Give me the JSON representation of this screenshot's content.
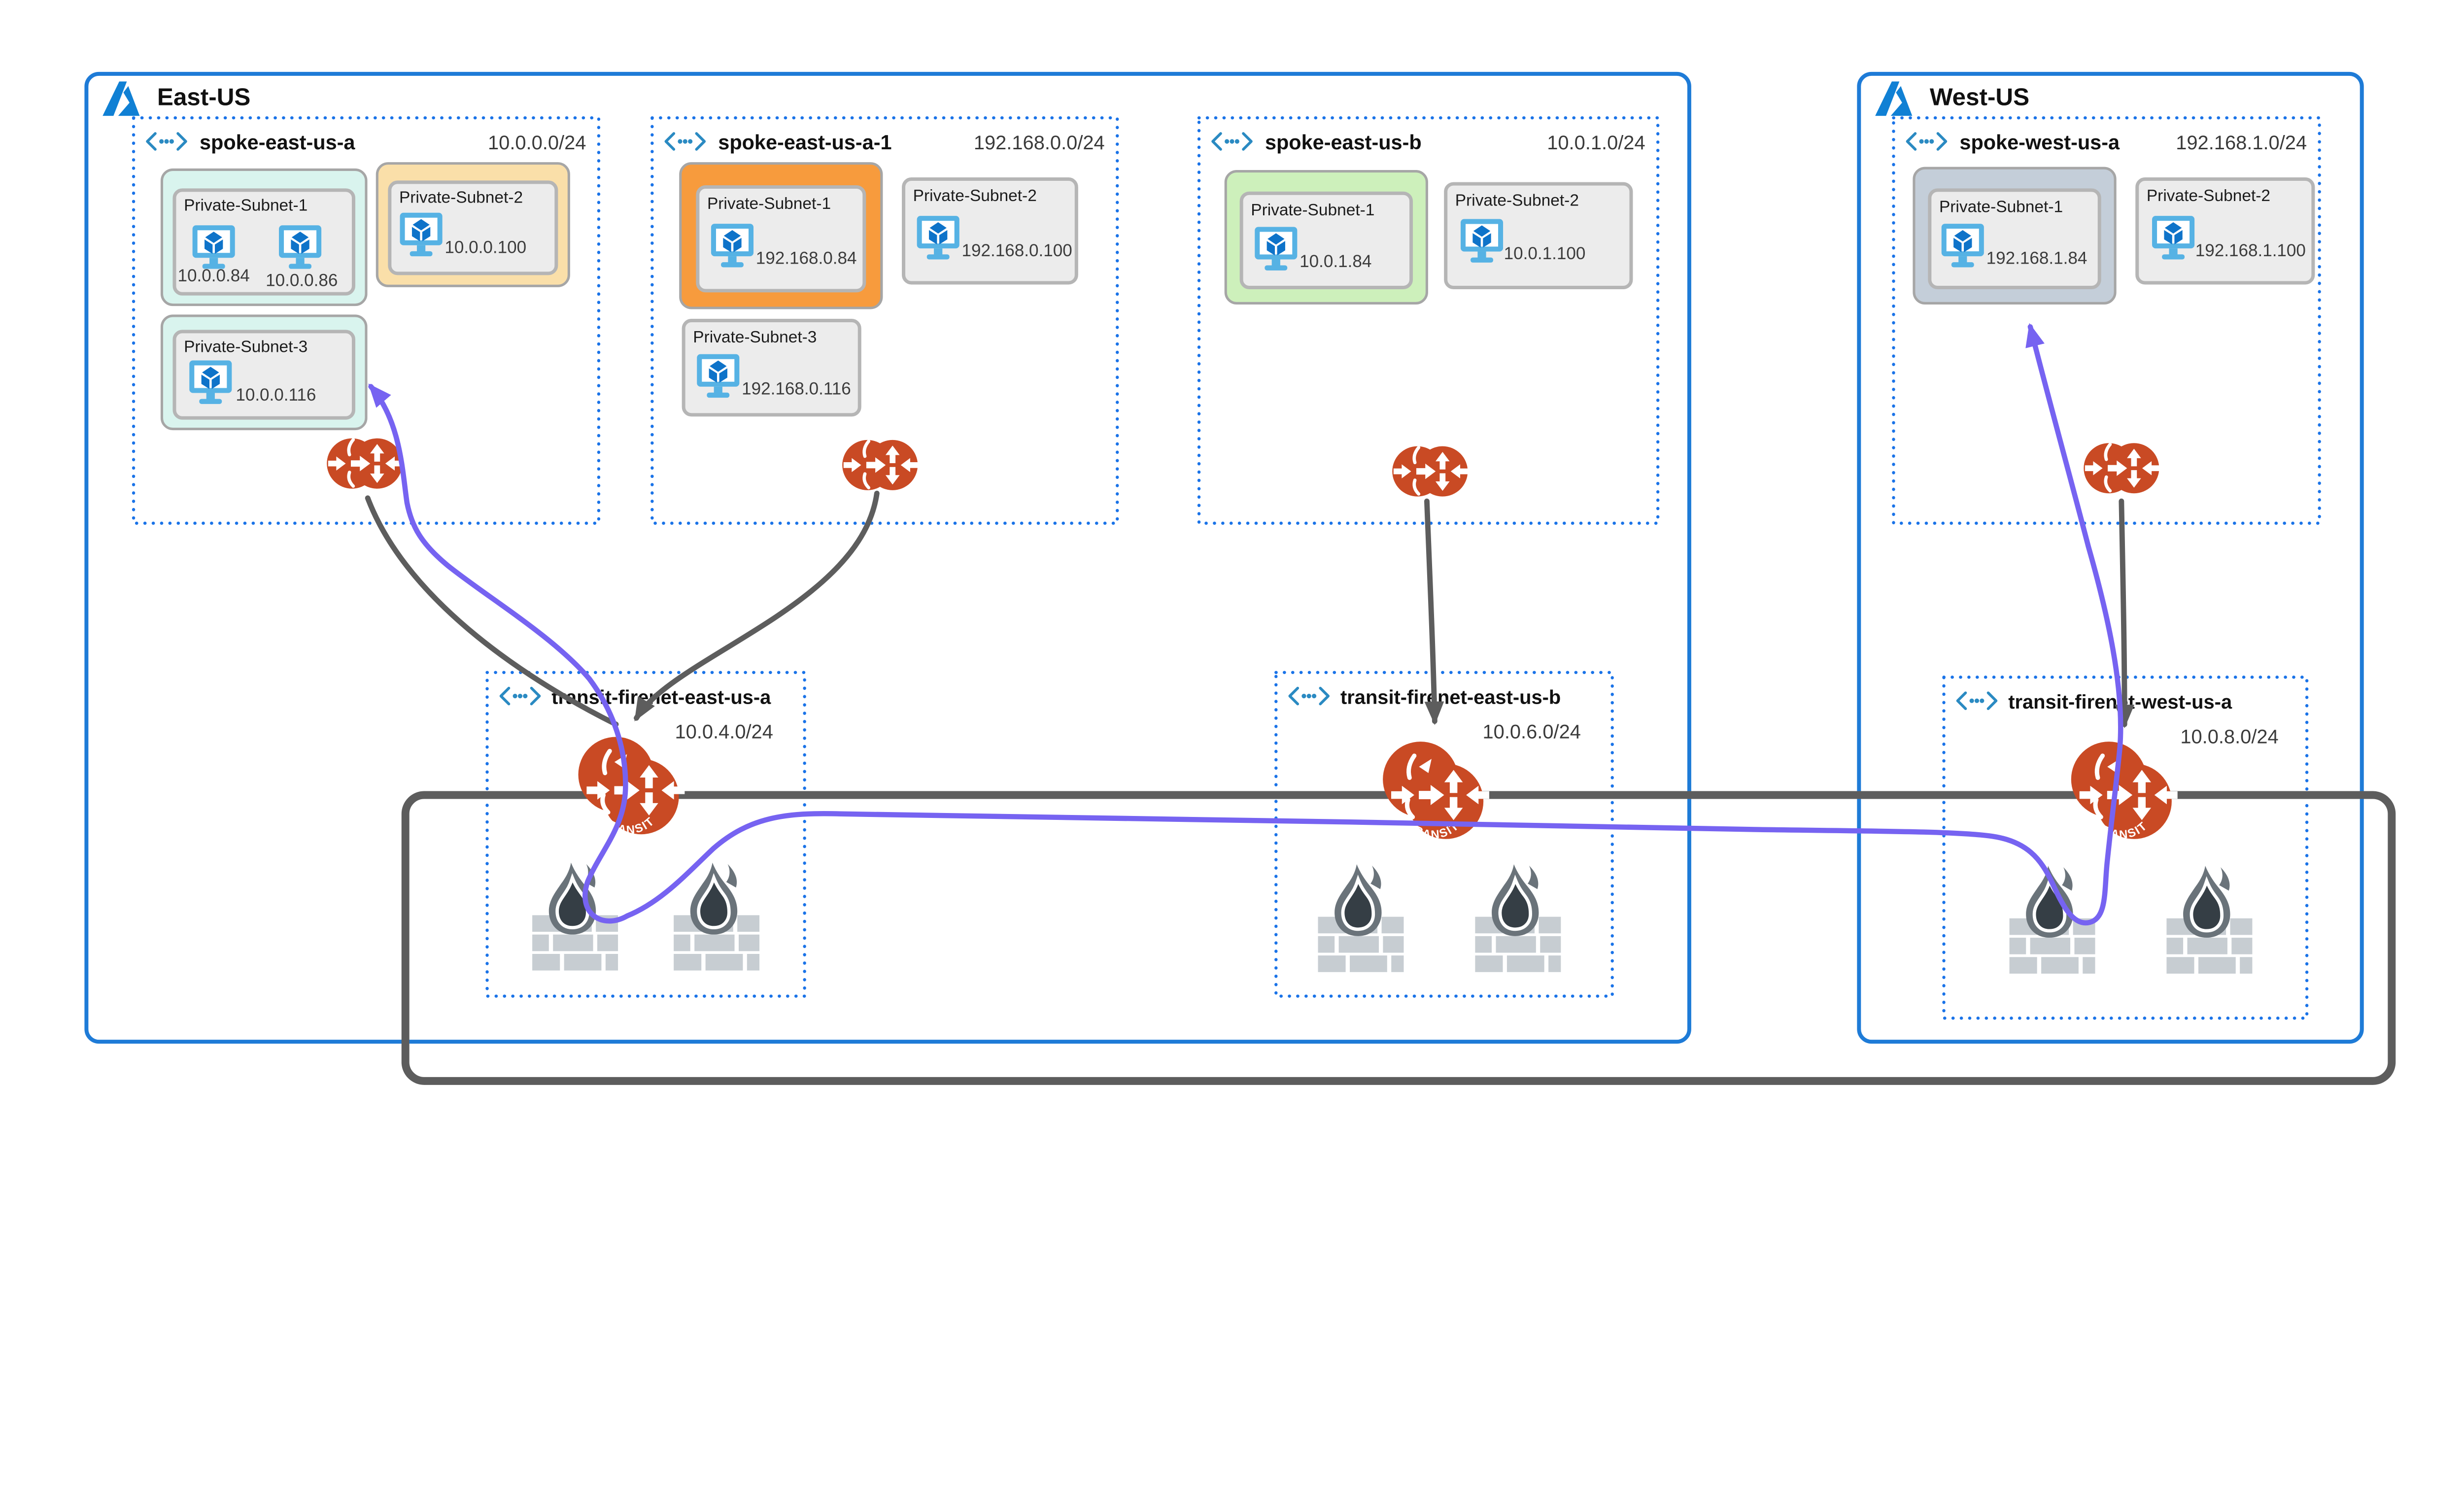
{
  "regions": [
    {
      "title": "East-US",
      "vnets": [
        {
          "name": "spoke-east-us-a",
          "cidr": "10.0.0.0/24",
          "subnets": [
            {
              "label": "Private-Subnet-1",
              "highlight": "#d9f4ee",
              "vms": [
                {
                  "ip": "10.0.0.84"
                },
                {
                  "ip": "10.0.0.86"
                }
              ]
            },
            {
              "label": "Private-Subnet-2",
              "highlight": "#fadfa9",
              "vms": [
                {
                  "ip": "10.0.0.100"
                }
              ]
            },
            {
              "label": "Private-Subnet-3",
              "highlight": "#d9f4ee",
              "vms": [
                {
                  "ip": "10.0.0.116"
                }
              ]
            }
          ]
        },
        {
          "name": "spoke-east-us-a-1",
          "cidr": "192.168.0.0/24",
          "subnets": [
            {
              "label": "Private-Subnet-1",
              "highlight": "#f79b3d",
              "vms": [
                {
                  "ip": "192.168.0.84"
                }
              ]
            },
            {
              "label": "Private-Subnet-2",
              "highlight": "none",
              "vms": [
                {
                  "ip": "192.168.0.100"
                }
              ]
            },
            {
              "label": "Private-Subnet-3",
              "highlight": "none",
              "vms": [
                {
                  "ip": "192.168.0.116"
                }
              ]
            }
          ]
        },
        {
          "name": "spoke-east-us-b",
          "cidr": "10.0.1.0/24",
          "subnets": [
            {
              "label": "Private-Subnet-1",
              "highlight": "#cdf0bb",
              "vms": [
                {
                  "ip": "10.0.1.84"
                }
              ]
            },
            {
              "label": "Private-Subnet-2",
              "highlight": "none",
              "vms": [
                {
                  "ip": "10.0.1.100"
                }
              ]
            }
          ]
        },
        {
          "name": "transit-firenet-east-us-a",
          "cidr": "10.0.4.0/24",
          "gateway_label": "TRANSIT"
        },
        {
          "name": "transit-firenet-east-us-b",
          "cidr": "10.0.6.0/24",
          "gateway_label": "TRANSIT"
        }
      ]
    },
    {
      "title": "West-US",
      "vnets": [
        {
          "name": "spoke-west-us-a",
          "cidr": "192.168.1.0/24",
          "subnets": [
            {
              "label": "Private-Subnet-1",
              "highlight": "#c4ced9",
              "vms": [
                {
                  "ip": "192.168.1.84"
                }
              ]
            },
            {
              "label": "Private-Subnet-2",
              "highlight": "none",
              "vms": [
                {
                  "ip": "192.168.1.100"
                }
              ]
            }
          ]
        },
        {
          "name": "transit-firenet-west-us-a",
          "cidr": "10.0.8.0/24",
          "gateway_label": "TRANSIT"
        }
      ]
    }
  ],
  "icons": {
    "azure": "azure-logo-icon",
    "vnet": "vnet-icon",
    "vm": "vm-icon",
    "spoke_gateway": "aviatrix-gateway-icon",
    "transit_gateway": "aviatrix-transit-gateway-icon",
    "firewall": "firewall-icon"
  },
  "colors": {
    "region_border": "#1e7bd7",
    "vnet_border": "#1a73e8",
    "gateway_orange": "#c94a24",
    "flow_purple": "#7663f1",
    "link_dark": "#5d5d5d",
    "subnet_teal": "#d9f4ee",
    "subnet_orange_light": "#fadfa9",
    "subnet_orange": "#f79b3d",
    "subnet_green": "#cdf0bb",
    "subnet_gray": "#c4ced9",
    "card_fill": "#ececec",
    "vm_blue": "#56b2e4",
    "vm_cube_blue": "#0e73c9",
    "brick_gray": "#c7cdd2",
    "flame_gray": "#6a737a",
    "flame_dark": "#353e45",
    "azure_blue": "#1080d4"
  }
}
